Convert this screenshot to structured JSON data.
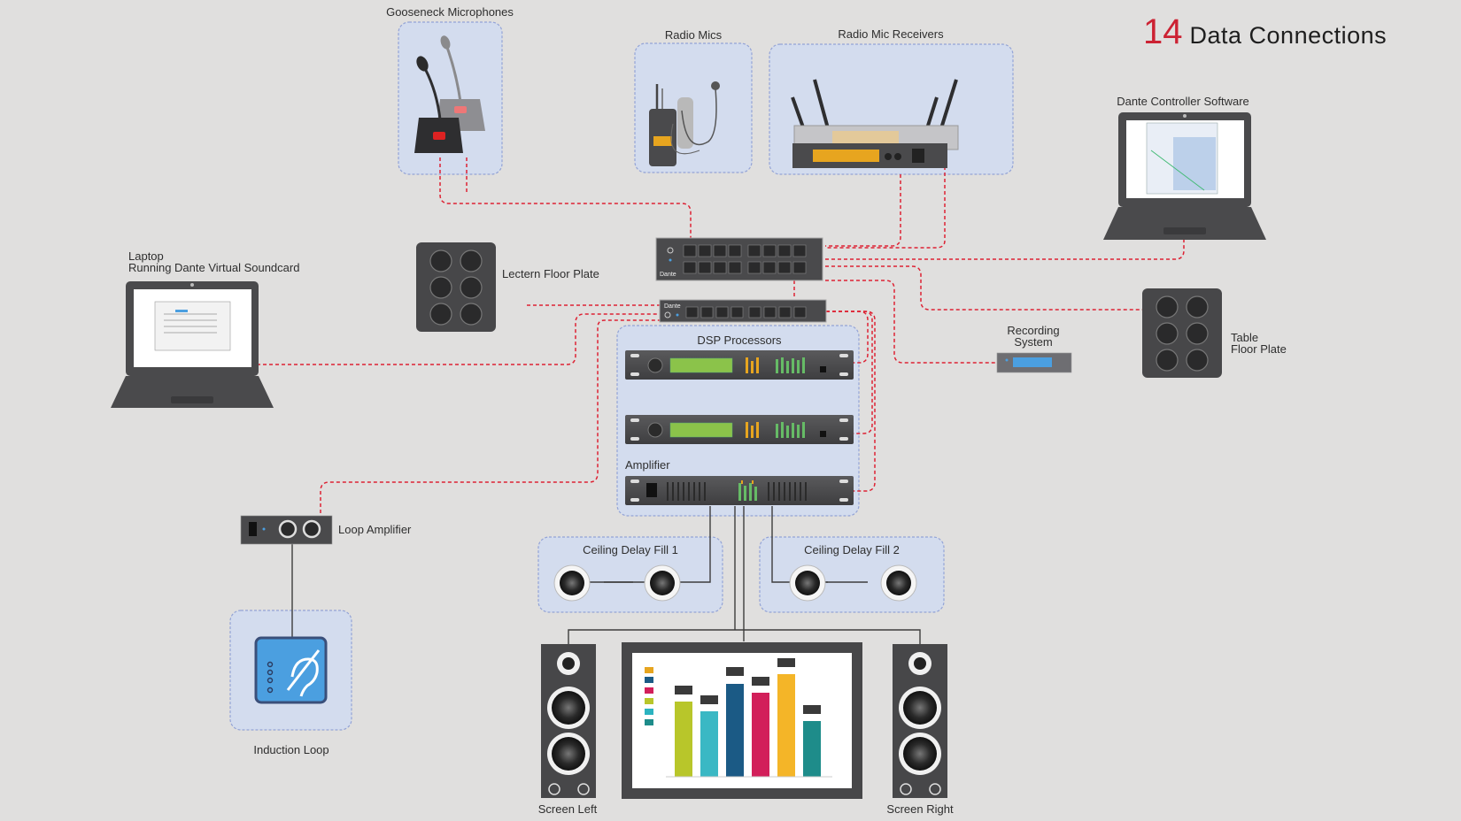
{
  "header": {
    "number": "14",
    "title": "Data Connections"
  },
  "colors": {
    "data_cable": "#dd2233",
    "audio_cable": "#444444",
    "zone_fill": "#d3dcee",
    "zone_border": "#93a3d6",
    "device_dark": "#474749",
    "screen_accent": "#4b9fe0"
  },
  "labels": {
    "gooseneck": "Gooseneck Microphones",
    "radio_mics": "Radio Mics",
    "radio_receivers": "Radio Mic Receivers",
    "dante_controller": "Dante Controller Software",
    "laptop_line1": "Laptop",
    "laptop_line2": "Running Dante Virtual Soundcard",
    "lectern_plate": "Lectern Floor Plate",
    "dsp": "DSP Processors",
    "amplifier": "Amplifier",
    "recording_line1": "Recording",
    "recording_line2": "System",
    "table_plate_line1": "Table",
    "table_plate_line2": "Floor Plate",
    "loop_amp": "Loop Amplifier",
    "ceiling_fill_1": "Ceiling Delay Fill 1",
    "ceiling_fill_2": "Ceiling Delay Fill 2",
    "induction_loop": "Induction Loop",
    "screen_left": "Screen Left",
    "screen_right": "Screen Right",
    "dante_brand": "Dante"
  },
  "icons": [
    "gooseneck-mic-icon",
    "radio-mic-icon",
    "receiver-icon",
    "laptop-icon",
    "network-switch-icon",
    "floor-plate-icon",
    "rack-unit-icon",
    "speaker-icon",
    "ceiling-speaker-icon",
    "hearing-loop-icon",
    "display-screen-icon"
  ]
}
